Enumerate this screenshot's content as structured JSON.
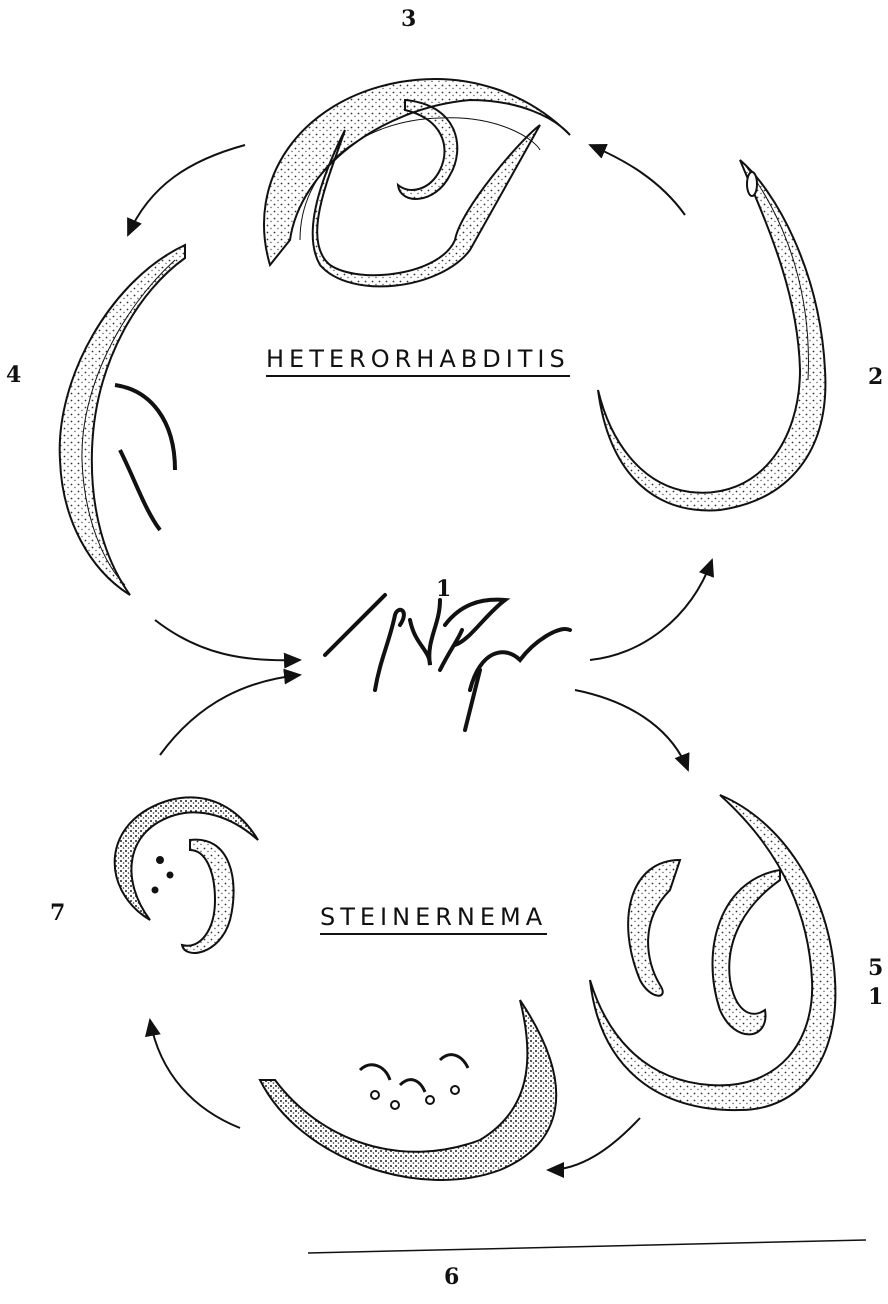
{
  "diagram": {
    "labels": {
      "hetero": "HETERORHABDITIS",
      "steiner": "STEINERNEMA"
    },
    "stage_numbers": {
      "n3": "3",
      "n4": "4",
      "n2": "2",
      "n1": "1",
      "n7": "7",
      "n5": "5",
      "n1b": "1",
      "n6": "6"
    }
  }
}
